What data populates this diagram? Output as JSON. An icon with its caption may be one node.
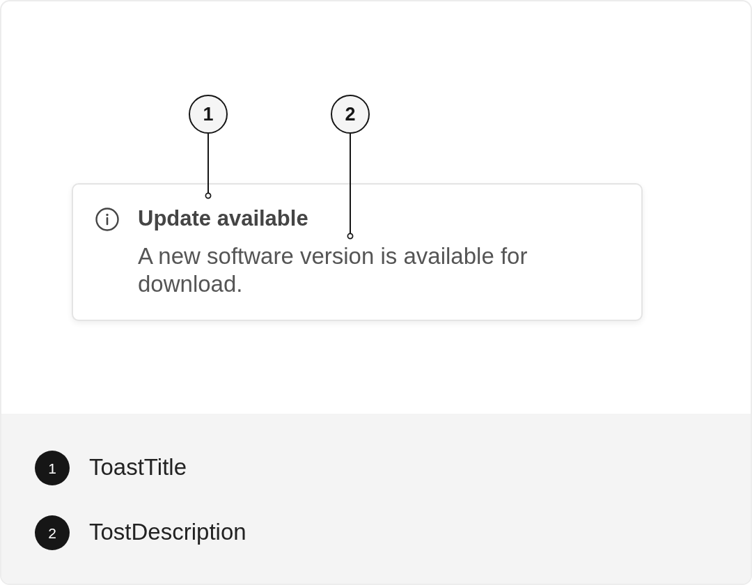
{
  "diagram": {
    "nodes": [
      {
        "text": [
          "1"
        ]
      },
      {
        "text": [
          "2"
        ]
      },
      {
        "text": [],
        "shape": "box"
      },
      {
        "text": [
          "Update available"
        ],
        "in": 2
      },
      {
        "text": [
          "A new software version is available for download."
        ],
        "in": 2
      },
      {
        "text": [
          "1"
        ],
        "beside": [
          "ToastTitle"
        ]
      },
      {
        "text": [
          "2"
        ],
        "beside": [
          "TostDescription"
        ]
      }
    ],
    "edges": [
      {
        "from": 0,
        "to": 3,
        "arrow": "other"
      },
      {
        "from": 1,
        "to": 4,
        "arrow": "other"
      }
    ]
  }
}
